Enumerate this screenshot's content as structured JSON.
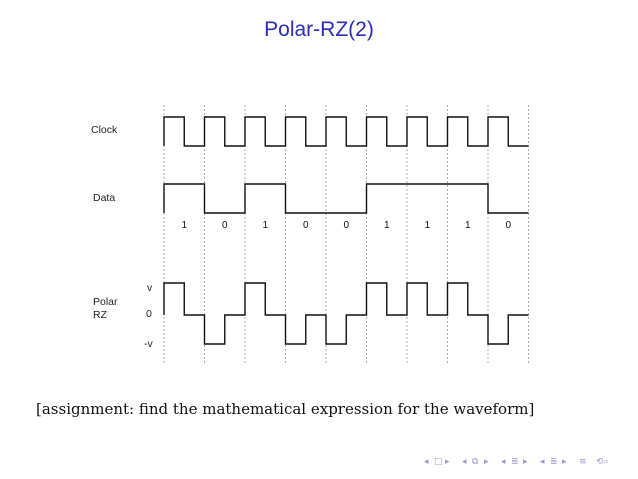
{
  "slide": {
    "title": "Polar-RZ(2)",
    "caption": "[assignment: find the mathematical expression for the waveform]"
  },
  "diagram": {
    "rows": {
      "clock": "Clock",
      "data": "Data",
      "polar_rz_line1": "Polar",
      "polar_rz_line2": "RZ"
    },
    "levels": {
      "v": "v",
      "zero": "0",
      "minus_v": "-v"
    },
    "bits": [
      "1",
      "0",
      "1",
      "0",
      "0",
      "1",
      "1",
      "1",
      "0"
    ],
    "bit_values": [
      1,
      0,
      1,
      0,
      0,
      1,
      1,
      1,
      0
    ]
  },
  "nav": {
    "color": "#9a9ad0",
    "icons": [
      "nav-left-arrow-icon",
      "nav-frame-icon",
      "nav-right-arrow-icon",
      "nav-left-arrow-icon",
      "nav-subsection-icon",
      "nav-right-arrow-icon",
      "nav-left-arrow-icon",
      "nav-section-icon",
      "nav-right-arrow-icon",
      "nav-left-arrow-icon",
      "nav-section-icon",
      "nav-right-arrow-icon",
      "nav-align-icon",
      "nav-search-icon"
    ]
  }
}
